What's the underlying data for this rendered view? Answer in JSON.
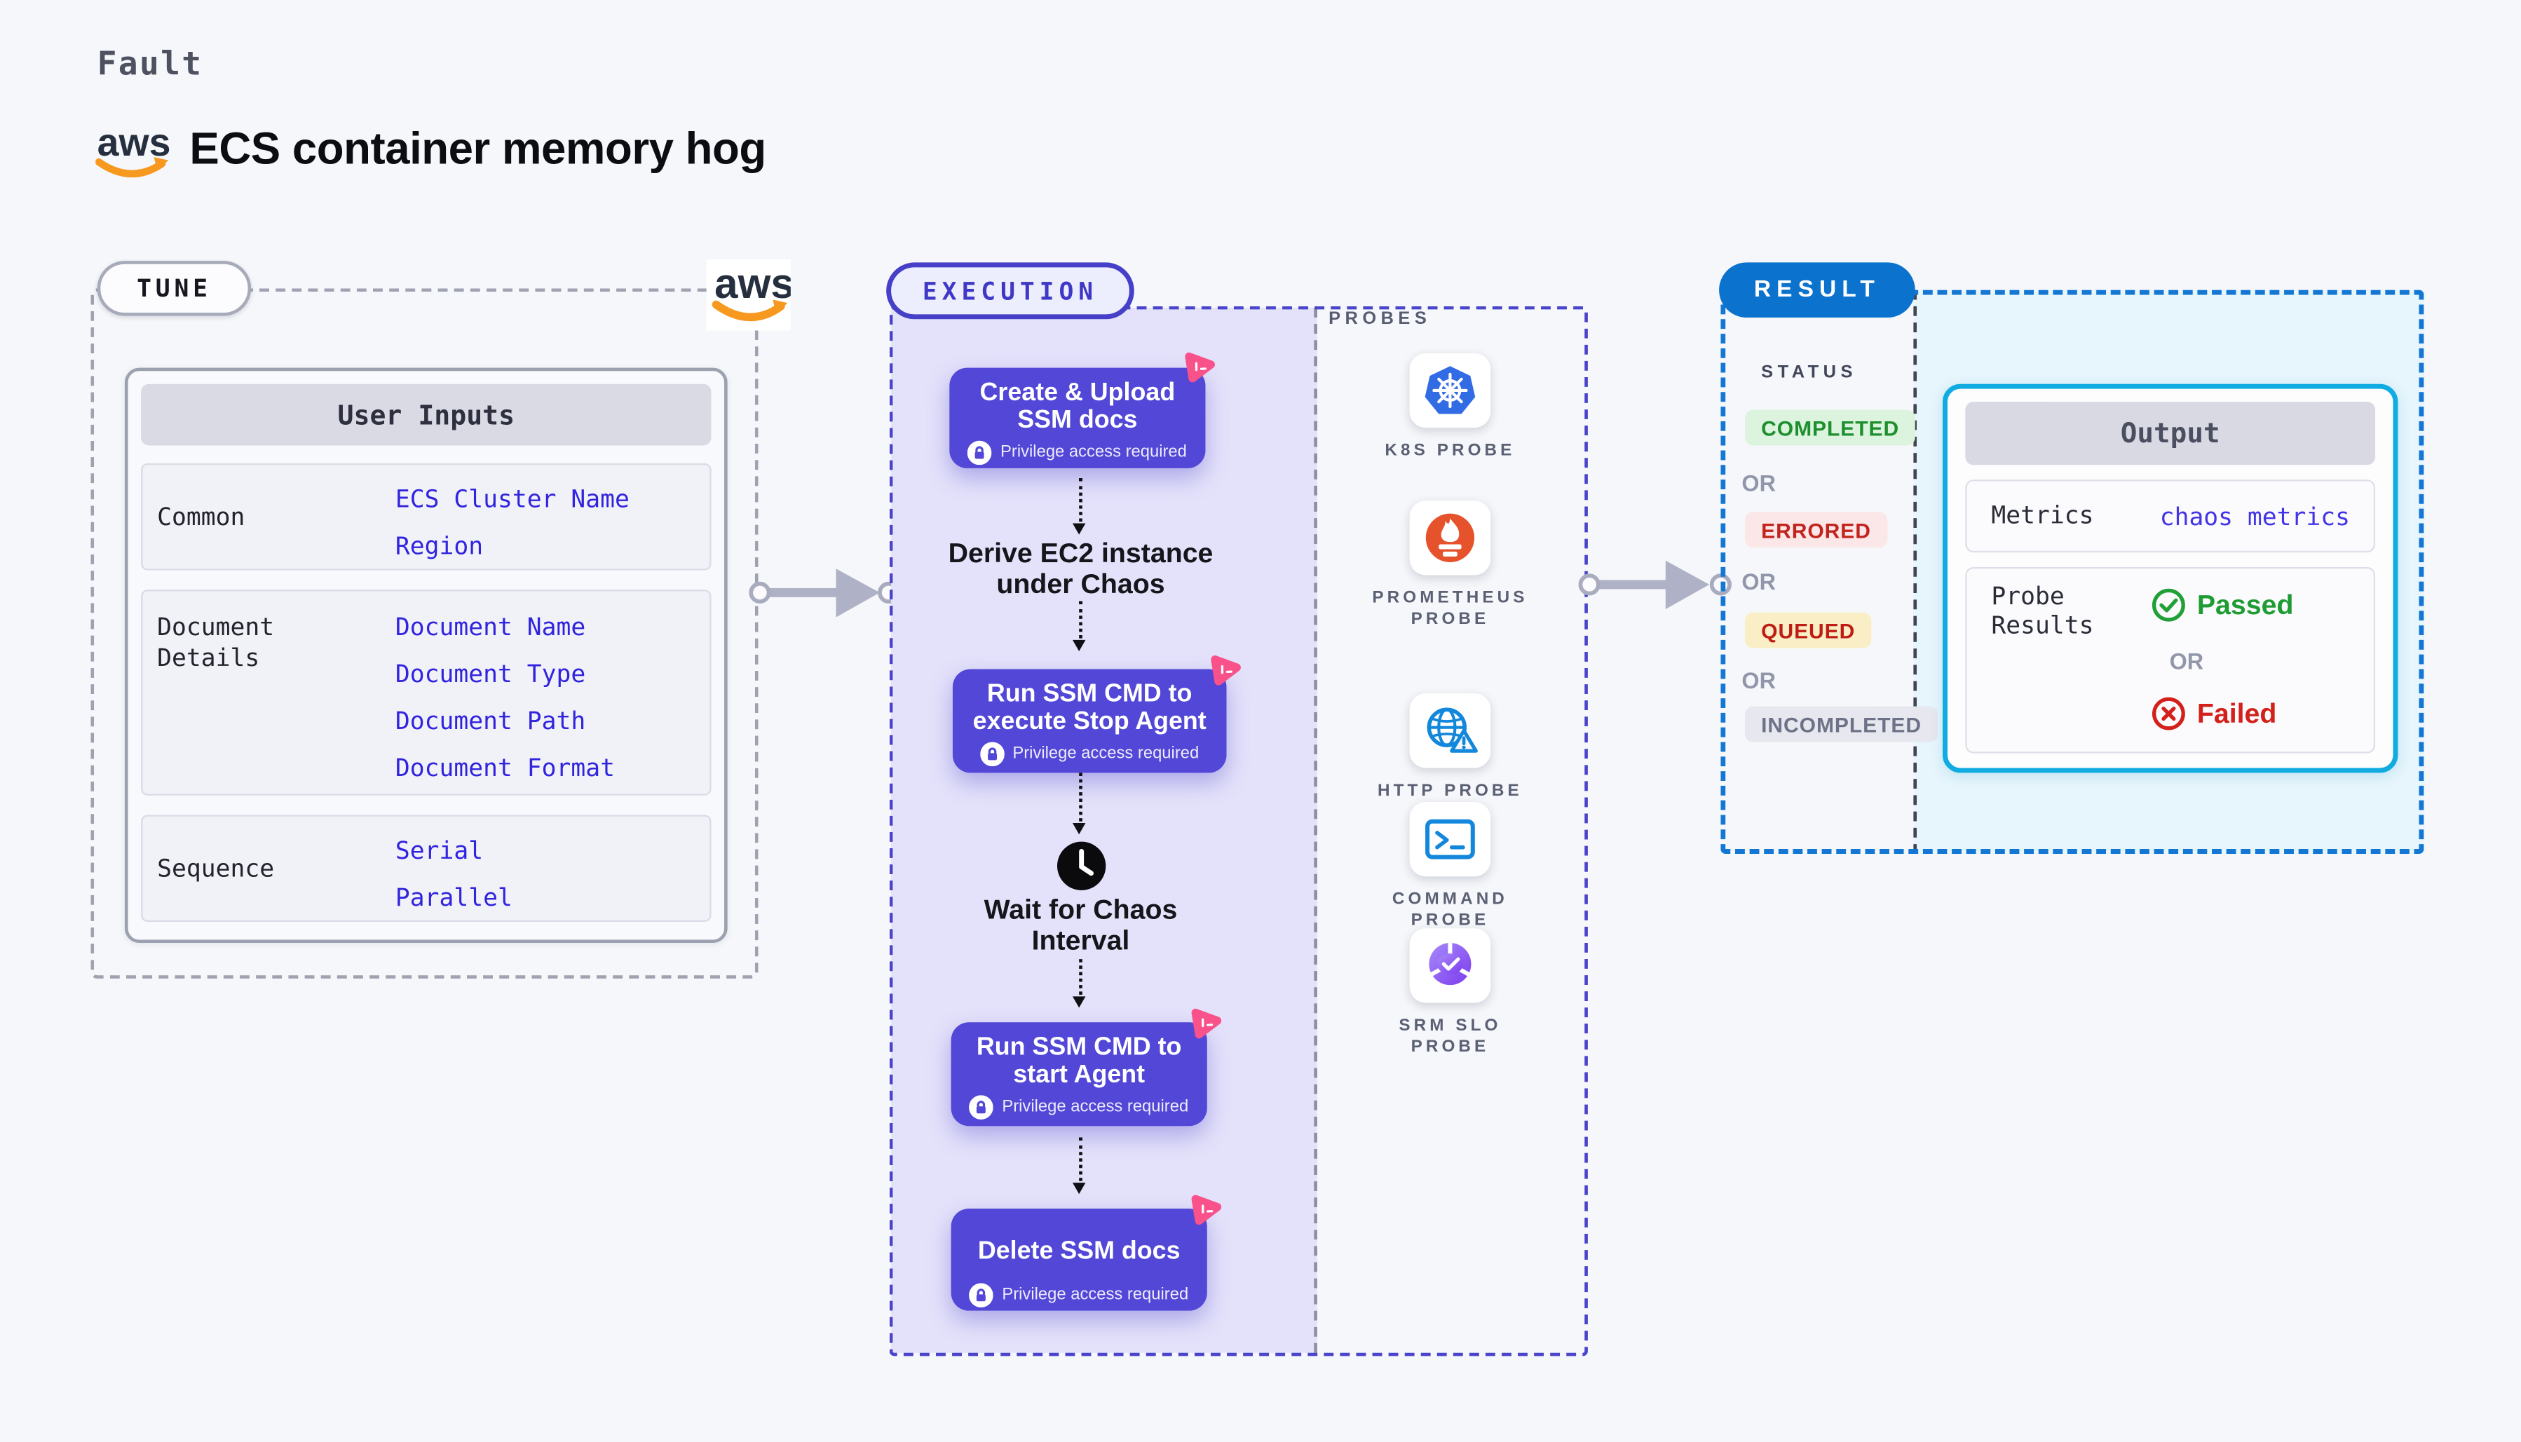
{
  "header": {
    "fault_label": "Fault",
    "aws_logo_text": "aws",
    "title": "ECS container memory hog"
  },
  "tune": {
    "pill": "TUNE",
    "table": {
      "header": "User Inputs",
      "rows": [
        {
          "label": "Common",
          "values": [
            "ECS Cluster Name",
            "Region"
          ]
        },
        {
          "label": "Document Details",
          "values": [
            "Document Name",
            "Document Type",
            "Document Path",
            "Document Format"
          ]
        },
        {
          "label": "Sequence",
          "values": [
            "Serial",
            "Parallel"
          ]
        }
      ]
    }
  },
  "execution": {
    "pill": "EXECUTION",
    "privilege_label": "Privilege access required",
    "nodes": [
      {
        "line1": "Create & Upload",
        "line2": "SSM docs"
      },
      {
        "line1": "Run SSM CMD to",
        "line2": "execute Stop Agent"
      },
      {
        "line1": "Run SSM CMD to",
        "line2": "start Agent"
      },
      {
        "line1": "Delete SSM docs"
      }
    ],
    "step_labels": [
      {
        "line1": "Derive EC2 instance",
        "line2": "under Chaos"
      },
      {
        "line1": "Wait for Chaos",
        "line2": "Interval"
      }
    ]
  },
  "probes": {
    "title": "PROBES",
    "items": [
      {
        "icon": "kubernetes-icon",
        "lines": [
          "K8S PROBE"
        ]
      },
      {
        "icon": "prometheus-icon",
        "lines": [
          "PROMETHEUS",
          "PROBE"
        ]
      },
      {
        "icon": "http-globe-warning-icon",
        "lines": [
          "HTTP PROBE"
        ]
      },
      {
        "icon": "command-terminal-icon",
        "lines": [
          "COMMAND",
          "PROBE"
        ]
      },
      {
        "icon": "srm-slo-icon",
        "lines": [
          "SRM SLO",
          "PROBE"
        ]
      }
    ]
  },
  "result": {
    "pill": "RESULT",
    "or_label": "OR",
    "status": {
      "title": "STATUS",
      "items": [
        "COMPLETED",
        "ERRORED",
        "QUEUED",
        "INCOMPLETED"
      ]
    },
    "output": {
      "header": "Output",
      "metrics_label": "Metrics",
      "metrics_value": "chaos metrics",
      "probe_results_label": "Probe Results",
      "passed": "Passed",
      "failed": "Failed"
    }
  },
  "colors": {
    "node_indigo": "#5247D6",
    "pink_badge": "#F9518A",
    "value_blue": "#3124DE",
    "result_blue": "#0B72CD",
    "output_border_cyan": "#10ACE1",
    "passed_green": "#1E9C33",
    "failed_red": "#D3201A",
    "kubernetes_blue": "#326CE5",
    "prometheus_orange": "#E6522C"
  }
}
